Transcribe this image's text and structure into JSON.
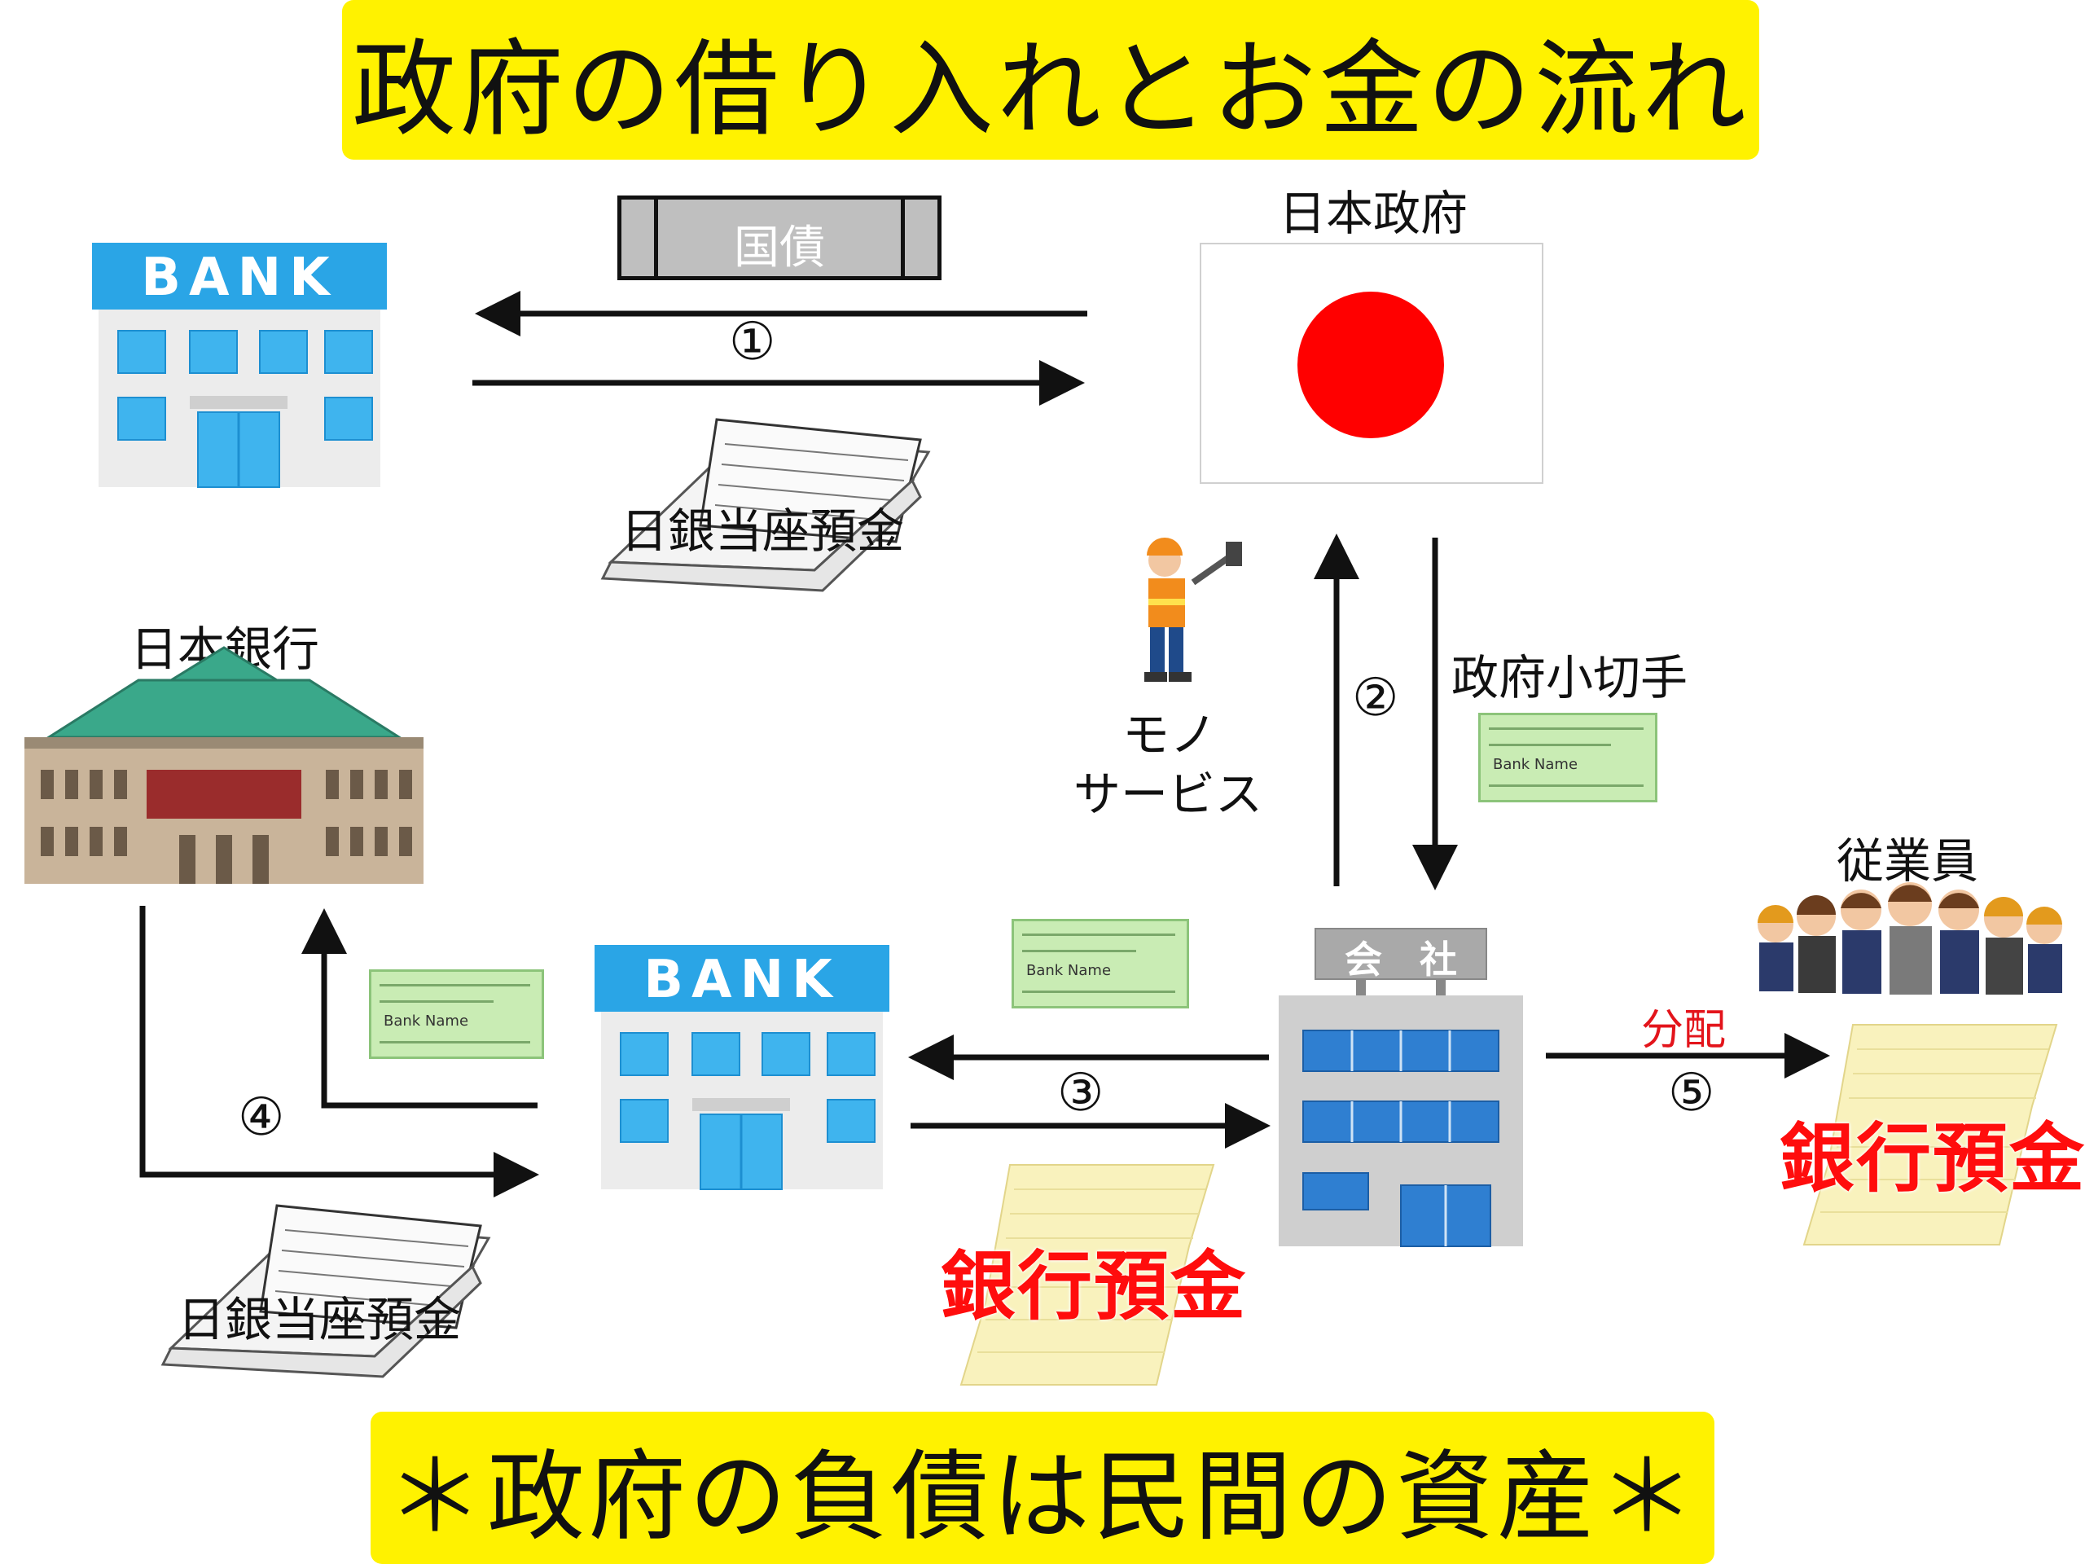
{
  "title": "政府の借り入れとお金の流れ",
  "footer": "＊政府の負債は民間の資産＊",
  "colors": {
    "banner": "#fff200",
    "flag_red": "#ff0000",
    "bank_blue": "#2aa5e6",
    "deposit_red": "#ff0d0d",
    "check_green": "#c9ecb4"
  },
  "nodes": {
    "government": "日本政府",
    "boj": "日本銀行",
    "bank_sign": "BANK",
    "company_sign": "会　社",
    "employees": "従業員",
    "goods": "モノ",
    "services": "サービス"
  },
  "items": {
    "bond": "国債",
    "boj_deposit_top": "日銀当座預金",
    "boj_deposit_bottom": "日銀当座預金",
    "gov_check": "政府小切手",
    "bank_deposit_mid": "銀行預金",
    "bank_deposit_right": "銀行預金",
    "check_bank_name": "Bank Name",
    "distribution": "分配"
  },
  "steps": {
    "s1": "①",
    "s2": "②",
    "s3": "③",
    "s4": "④",
    "s5": "⑤"
  },
  "icons": {
    "bank": "bank-building-icon",
    "boj": "boj-building-icon",
    "flag": "japan-flag-icon",
    "company": "company-building-icon",
    "worker": "construction-worker-icon",
    "people": "employees-group-icon",
    "passbook": "passbook-icon",
    "check": "check-icon",
    "document": "deposit-document-icon"
  }
}
